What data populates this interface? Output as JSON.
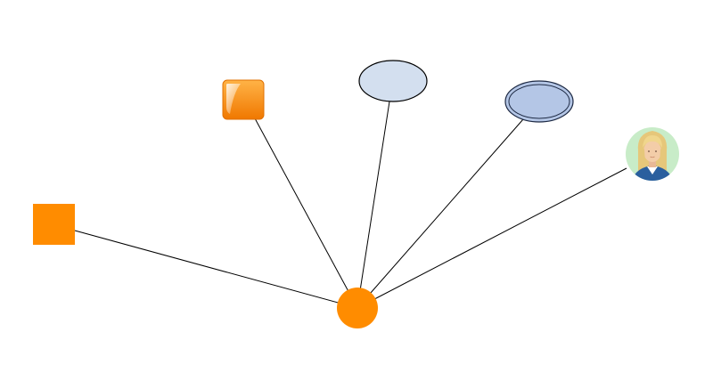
{
  "diagram": {
    "background": "#ffffff",
    "edge_color": "#000000",
    "hub": {
      "shape": "circle",
      "fill": "#ff8c00"
    },
    "nodes": [
      {
        "id": "square-node",
        "shape": "square",
        "fill": "#ff8c00"
      },
      {
        "id": "glossy-square-node",
        "shape": "rounded-square-glossy",
        "fill": "#ff8c00"
      },
      {
        "id": "ellipse-node",
        "shape": "ellipse",
        "fill": "#d3dfef",
        "stroke": "#000000"
      },
      {
        "id": "double-ellipse-node",
        "shape": "double-ellipse",
        "fill": "#b4c6e6",
        "stroke": "#1e2a44"
      },
      {
        "id": "user-avatar-node",
        "shape": "avatar-circle",
        "icon": "woman-user-icon",
        "fill": "#c8ecc8"
      }
    ]
  }
}
